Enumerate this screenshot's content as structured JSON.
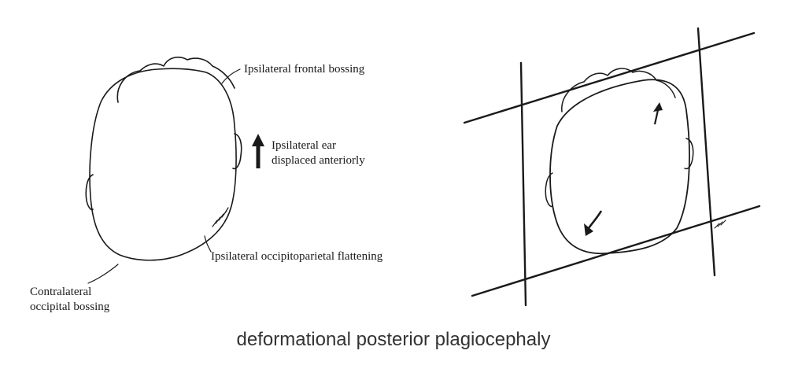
{
  "left_diagram": {
    "labels": {
      "frontal_bossing": "Ipsilateral frontal bossing",
      "ear_line1": "Ipsilateral ear",
      "ear_line2": "displaced anteriorly",
      "flattening": "Ipsilateral occipitoparietal flattening",
      "contra_line1": "Contralateral",
      "contra_line2": "occipital bossing"
    }
  },
  "caption": "deformational posterior plagiocephaly",
  "colors": {
    "ink": "#1a1a1a",
    "caption": "#333333",
    "background": "#ffffff"
  }
}
